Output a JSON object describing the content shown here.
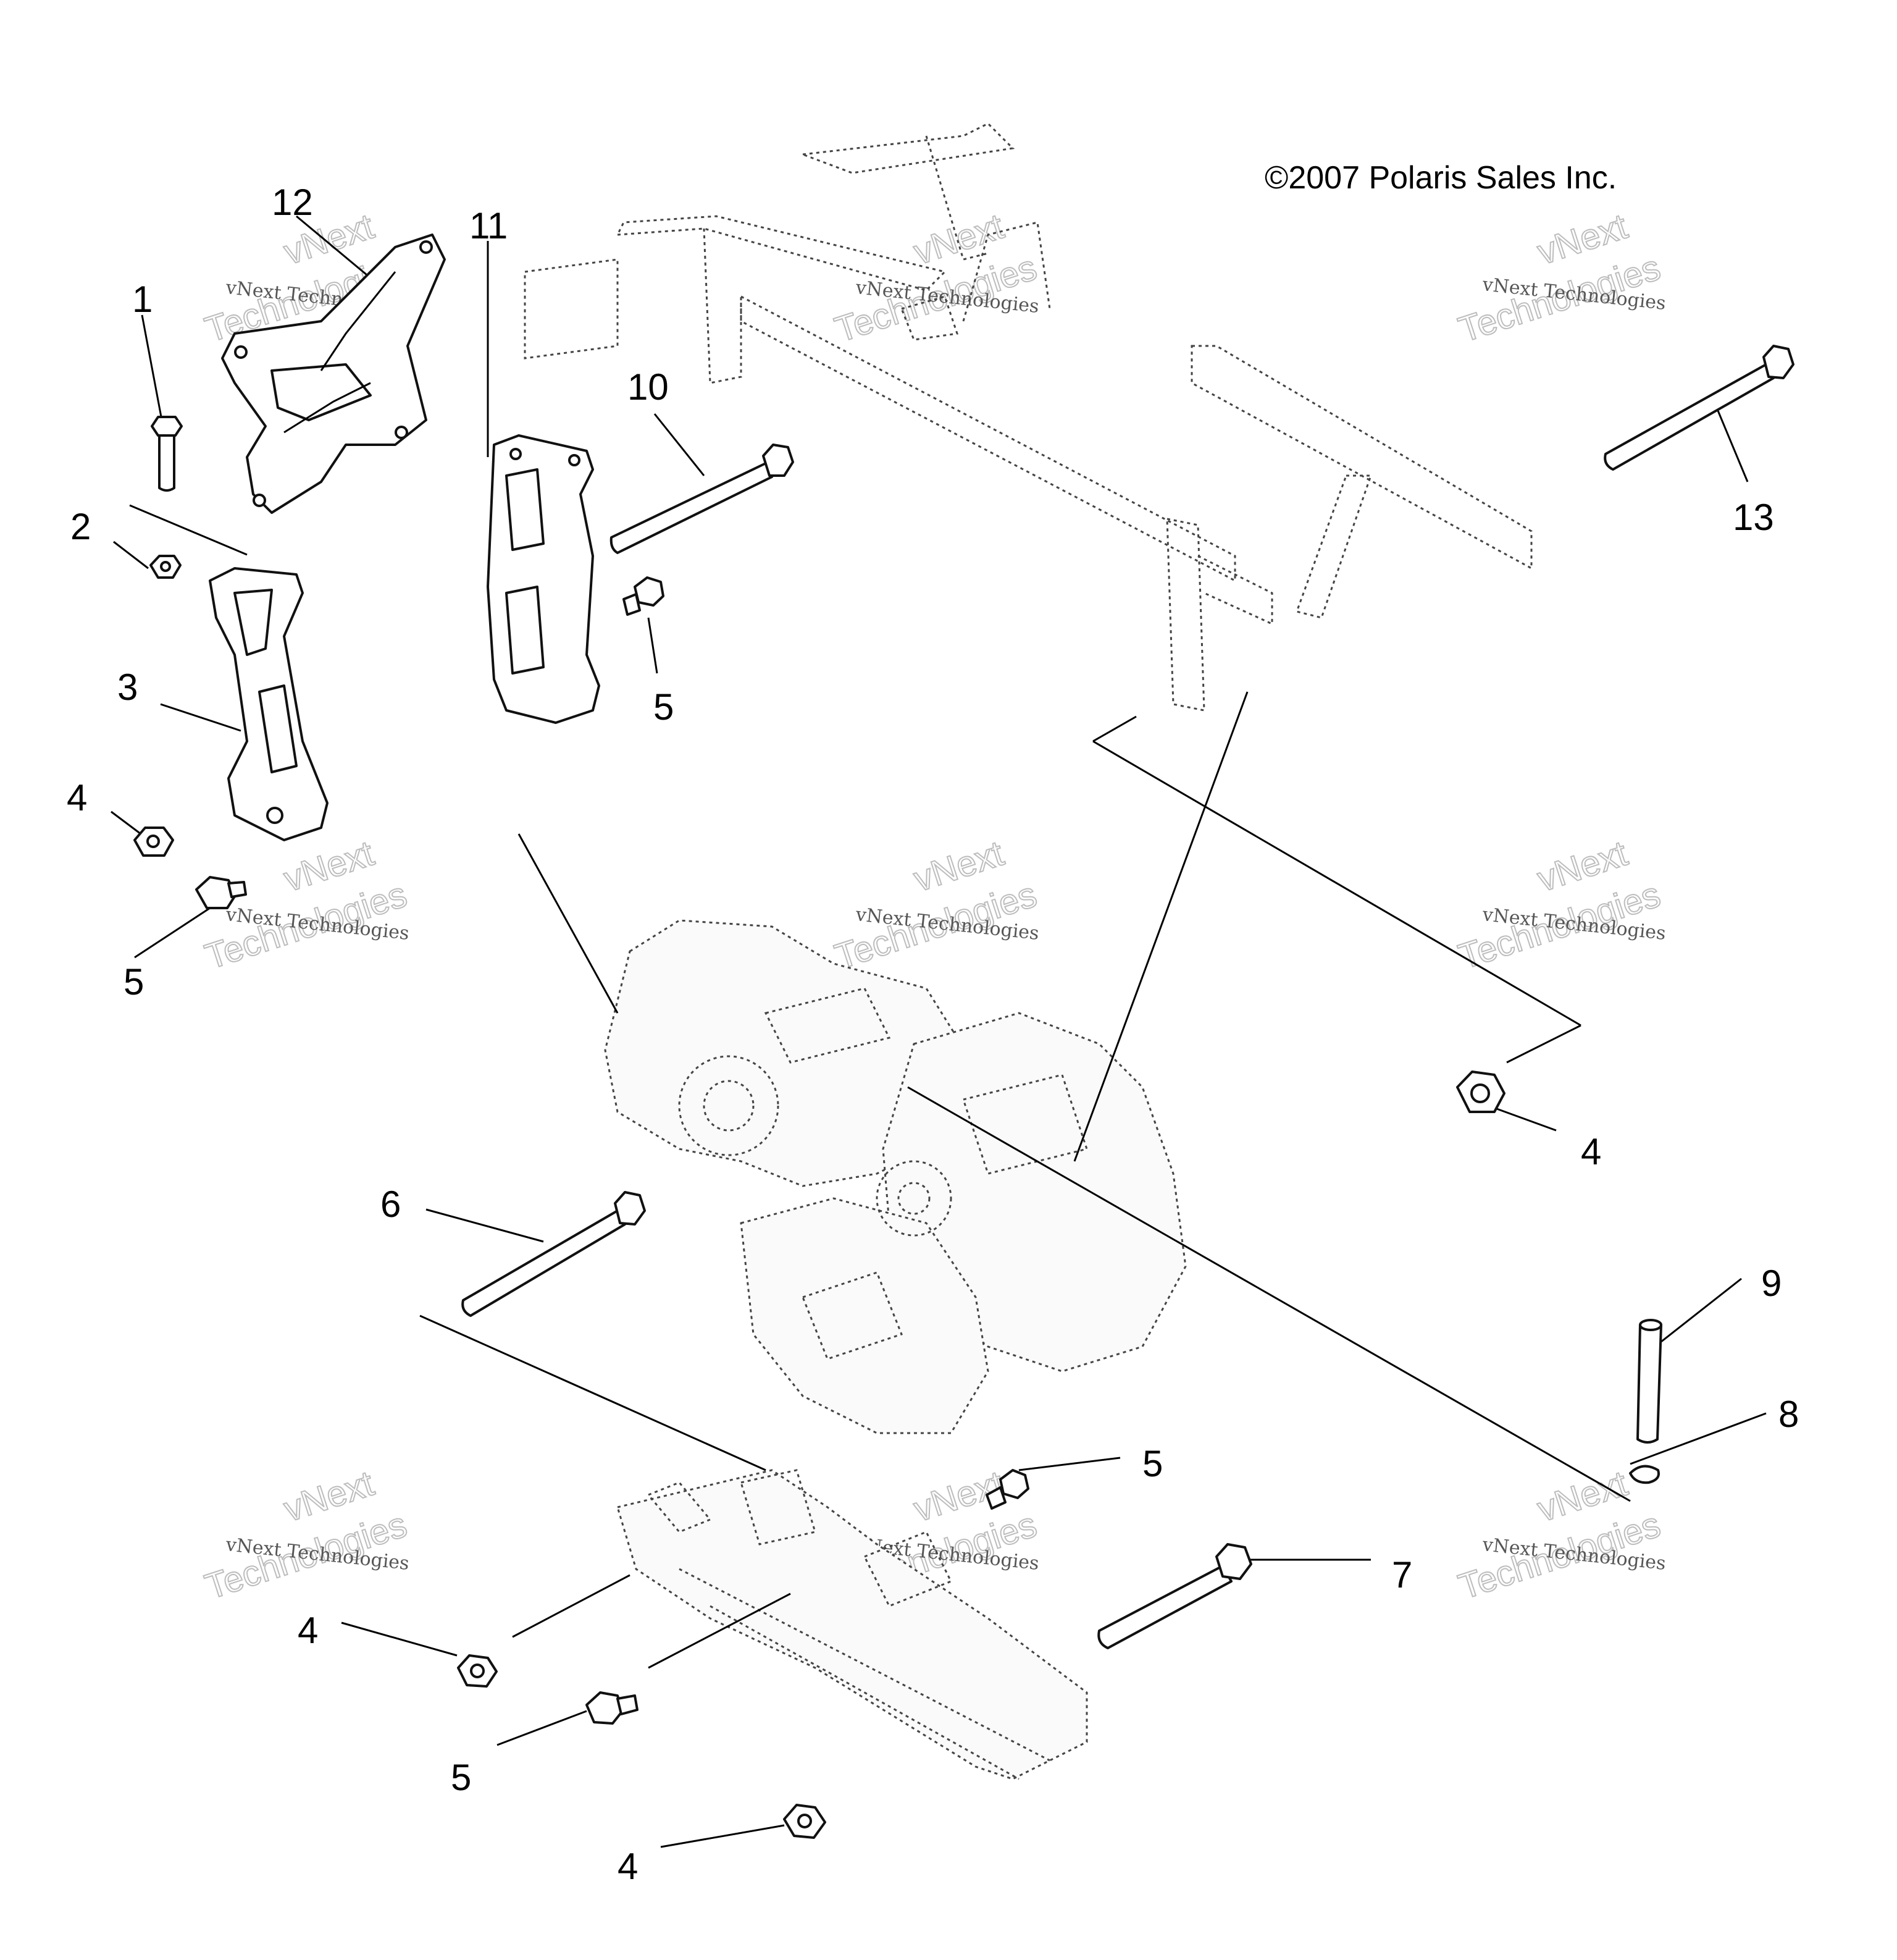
{
  "copyright": "©2007 Polaris Sales Inc.",
  "watermark": {
    "line1": "vNext Technologies",
    "line2": "vNext",
    "line3": "Technologies"
  },
  "callouts": {
    "c1": "1",
    "c2": "2",
    "c3": "3",
    "c4a": "4",
    "c5a": "5",
    "c11": "11",
    "c12": "12",
    "c10": "10",
    "c5b": "5",
    "c13": "13",
    "c4b": "4",
    "c6": "6",
    "c9": "9",
    "c8": "8",
    "c5c": "5",
    "c7": "7",
    "c4c": "4",
    "c5d": "5",
    "c4d": "4"
  }
}
